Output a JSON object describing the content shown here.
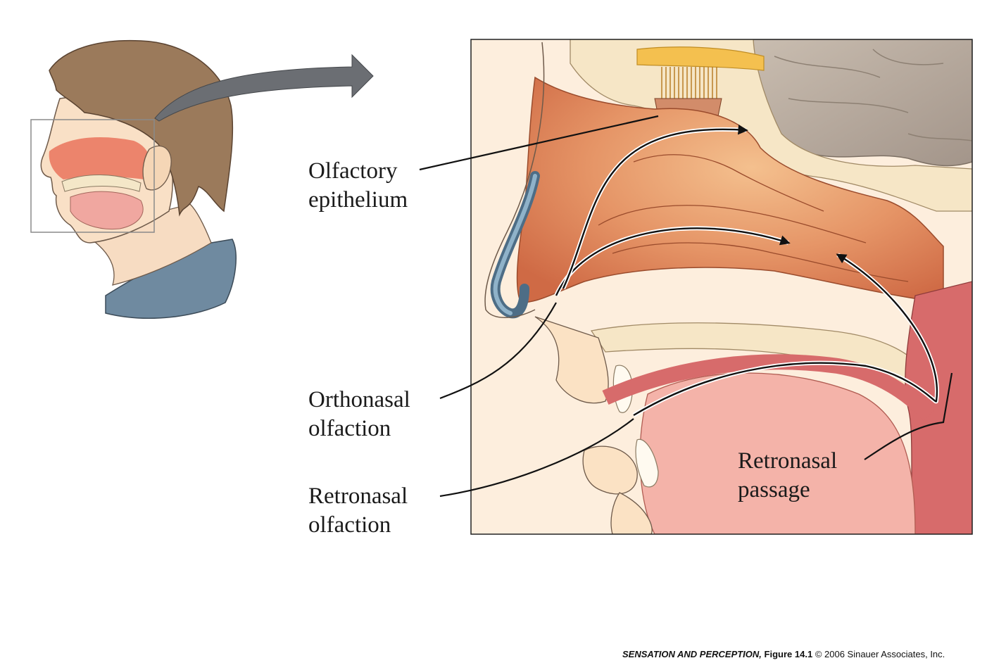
{
  "labels": {
    "olfactory_line1": "Olfactory",
    "olfactory_line2": "epithelium",
    "orthonasal_line1": "Orthonasal",
    "orthonasal_line2": "olfaction",
    "retronasal_line1": "Retronasal",
    "retronasal_line2": "olfaction",
    "passage_line1": "Retronasal",
    "passage_line2": "passage"
  },
  "credit": {
    "book": "SENSATION AND PERCEPTION,",
    "figure": "Figure 14.1",
    "copyright": "© 2006 Sinauer Associates, Inc."
  },
  "colors": {
    "nasal_tissue": "#e08a5c",
    "mucosa_highlight": "#f2c28f",
    "skin": "#fbe2c4",
    "olfactory_bulb": "#f4c04f",
    "brain": "#b9aa9b",
    "mouth": "#f4b3a9",
    "throat": "#d76b6b",
    "hair": "#9b7a5b",
    "shirt": "#6f8aa0",
    "arrow": "#6b6e73"
  }
}
